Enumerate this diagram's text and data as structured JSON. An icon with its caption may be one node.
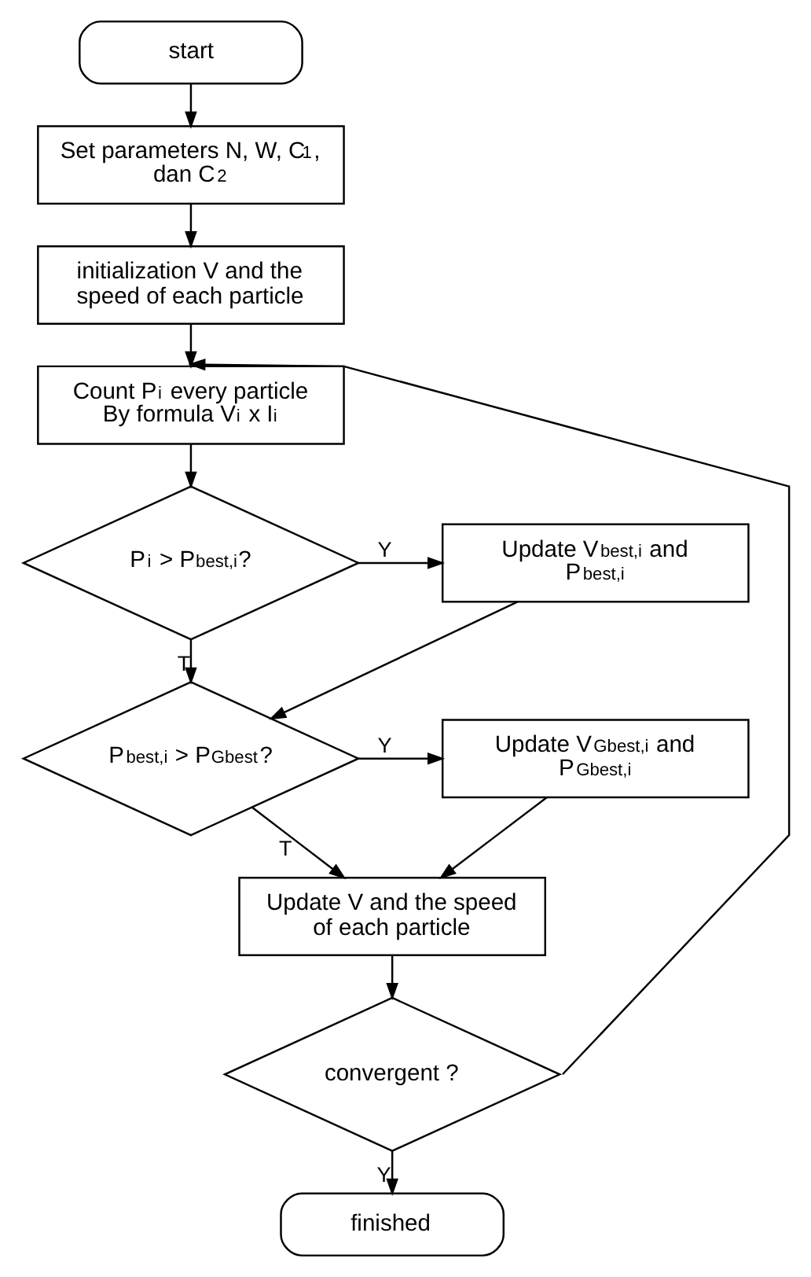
{
  "diagram": {
    "nodes": [
      {
        "text": [
          "start"
        ]
      },
      {
        "text": [
          "Set parameters N, W, C$_{1}$, dan C$_{2}$"
        ]
      },
      {
        "text": [
          "initialization V and the speed of each particle"
        ]
      },
      {
        "text": [
          "Count P$_{i}$ every particle By formula V$_{i}$ x I$_{i}$"
        ]
      },
      {
        "text": [
          "P$_{i}$ > P$_{best,i}$?"
        ]
      },
      {
        "text": [
          "Update V$_{best,i}$ and P$_{best,i}$"
        ]
      },
      {
        "text": [
          "P$_{best,i}$ > P$_{Gbest}$?"
        ]
      },
      {
        "text": [
          "Update V$_{Gbest,i}$ and P$_{Gbest,i}$"
        ]
      },
      {
        "text": [
          "Update V and the speed of each particle"
        ]
      },
      {
        "text": [
          "convergent ?"
        ]
      },
      {
        "text": [
          "finished"
        ]
      }
    ],
    "edges": [
      {
        "from": 0,
        "to": 1,
        "arrow": "to"
      },
      {
        "from": 1,
        "to": 2,
        "arrow": "to"
      },
      {
        "from": 2,
        "to": 3,
        "arrow": "to"
      },
      {
        "from": 3,
        "to": 4,
        "arrow": "to"
      },
      {
        "from": 4,
        "to": 5,
        "label": "Y",
        "arrow": "to"
      },
      {
        "from": 4,
        "to": 6,
        "label": "T",
        "arrow": "to"
      },
      {
        "from": 5,
        "to": 6,
        "arrow": "to"
      },
      {
        "from": 6,
        "to": 7,
        "label": "Y",
        "arrow": "to"
      },
      {
        "from": 6,
        "to": 8,
        "label": "T",
        "arrow": "to"
      },
      {
        "from": 7,
        "to": 8,
        "arrow": "to"
      },
      {
        "from": 8,
        "to": 9,
        "arrow": "to"
      },
      {
        "from": 9,
        "to": 10,
        "label": "Y",
        "arrow": "to"
      },
      {
        "from": 9,
        "to": 3,
        "arrow": "to"
      }
    ]
  }
}
